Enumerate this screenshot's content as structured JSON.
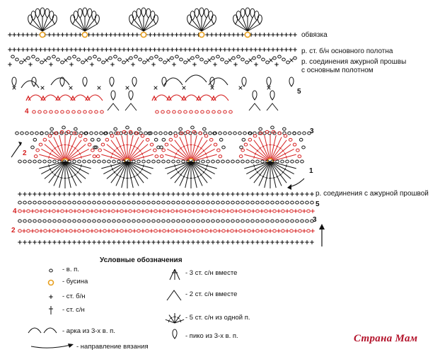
{
  "labels": {
    "obvyazka": "обвязка",
    "main_fabric": "р. ст. б/н основного полотна",
    "join_lace_line1": "р. соединения ажурной прошвы",
    "join_lace_line2": "с основным полотном",
    "join_lace_lower": "р. соединения с ажурной прошвой"
  },
  "row_numbers": {
    "upper": [
      {
        "text": "5",
        "color": "black"
      },
      {
        "text": "4",
        "color": "red"
      },
      {
        "text": "3",
        "color": "black"
      },
      {
        "text": "2",
        "color": "red"
      },
      {
        "text": "1",
        "color": "black"
      }
    ],
    "lower": [
      {
        "text": "5",
        "color": "black"
      },
      {
        "text": "4",
        "color": "red"
      },
      {
        "text": "3",
        "color": "black"
      },
      {
        "text": "2",
        "color": "red"
      }
    ]
  },
  "legend": {
    "title": "Условные обозначения",
    "items": [
      {
        "symbol": "chain-stitch-icon",
        "text": "- в. п."
      },
      {
        "symbol": "bead-icon",
        "text": "- бусина"
      },
      {
        "symbol": "single-crochet-icon",
        "text": "- ст. б/н"
      },
      {
        "symbol": "double-crochet-icon",
        "text": "- ст. с/н"
      },
      {
        "symbol": "chain-arch-icon",
        "text": "- арка из 3-х в. п."
      },
      {
        "symbol": "direction-arrow-icon",
        "text": "- направление вязания"
      },
      {
        "symbol": "three-dc-together-icon",
        "text": "- 3 ст. с/н вместе"
      },
      {
        "symbol": "two-dc-together-icon",
        "text": "- 2 ст. с/н вместе"
      },
      {
        "symbol": "five-dc-fan-icon",
        "text": "- 5 ст. с/н из одной п."
      },
      {
        "symbol": "picot-icon",
        "text": "- пико из 3-х в. п."
      }
    ]
  },
  "watermark": "Страна Мам",
  "colors": {
    "red": "#d62020",
    "black": "#111111",
    "bead": "#e8a020",
    "watermark": "#b3122a"
  }
}
